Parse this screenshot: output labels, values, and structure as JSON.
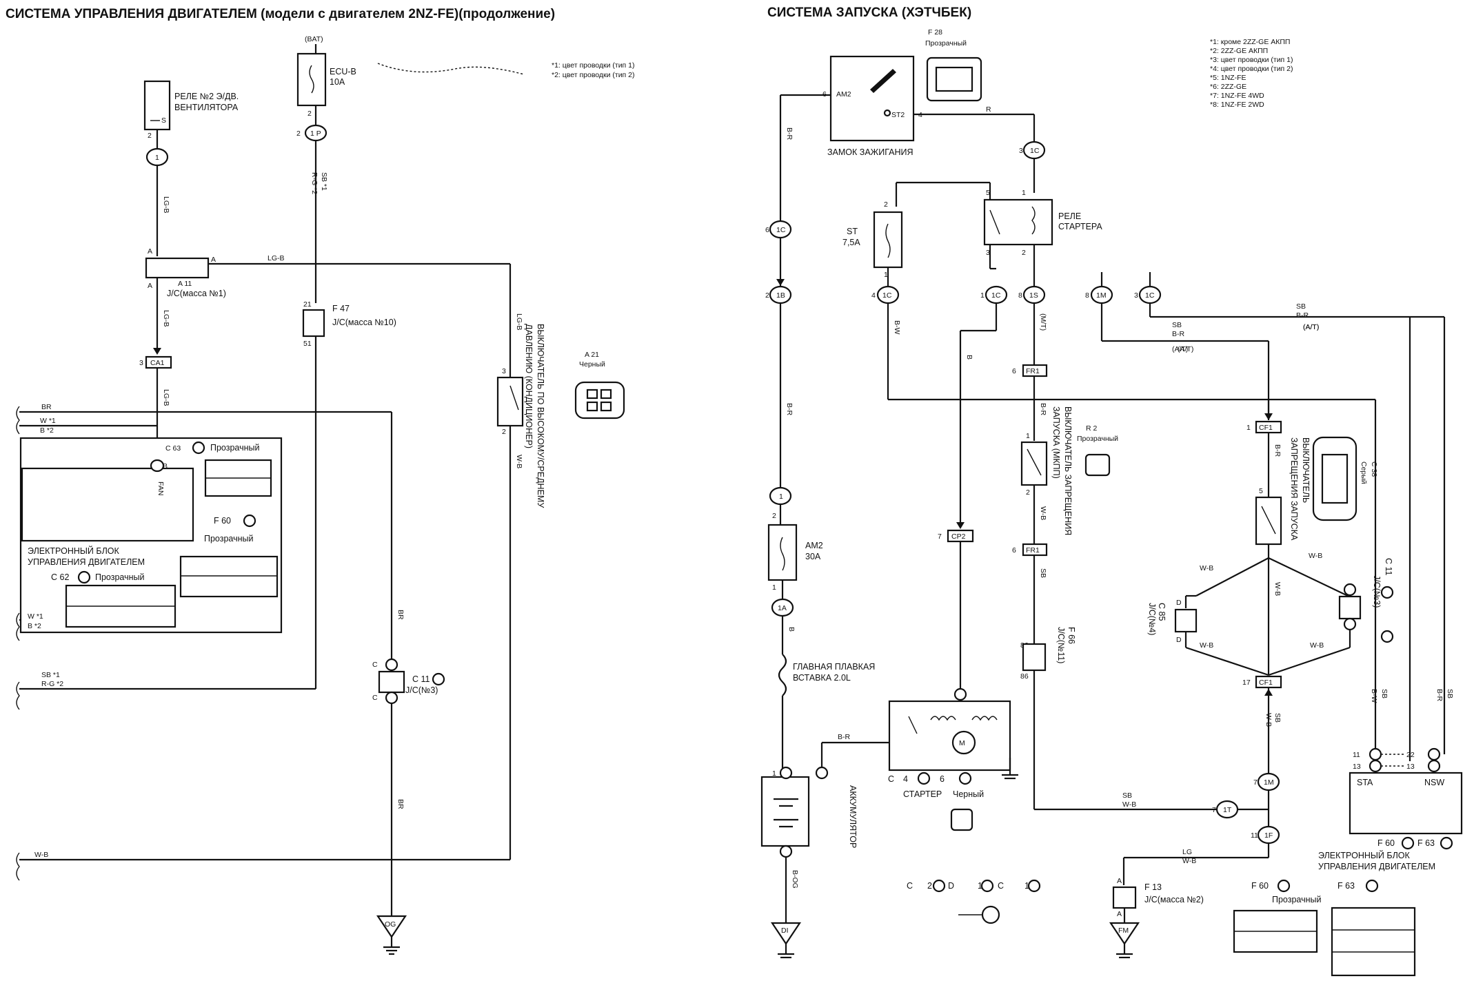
{
  "titles": {
    "left": "СИСТЕМА УПРАВЛЕНИЯ ДВИГАТЕЛЕМ (модели с двигателем 2NZ-FE)(продолжение)",
    "right": "СИСТЕМА ЗАПУСКА (ХЭТЧБЕК)"
  },
  "notes": {
    "left": [
      "*1: цвет проводки (тип 1)",
      "*2: цвет проводки (тип 2)"
    ],
    "right": [
      "*1: кроме 2ZZ-GE АКПП",
      "*2: 2ZZ-GE АКПП",
      "*3: цвет проводки (тип 1)",
      "*4: цвет проводки (тип 2)",
      "*5: 1NZ-FE",
      "*6: 2ZZ-GE",
      "*7: 1NZ-FE 4WD",
      "*8: 1NZ-FE 2WD"
    ]
  },
  "left_components": {
    "relay": [
      "РЕЛЕ №2 Э/ДВ.",
      "ВЕНТИЛЯТОРА"
    ],
    "fuse_top": "(BAT)",
    "fuse_name": "ECU-B",
    "fuse_amp": "10A",
    "jc1_ref": "A  11",
    "jc1": "J/C(масса №1)",
    "f47_ref": "F  47",
    "f47": "J/C(масса №10)",
    "a21_ref": "A  21",
    "a21_color": "Черный",
    "switch_vertical": [
      "ВЫКЛЮЧАТЕЛЬ ПО ВЫСОКОМУ/СРЕДНЕМУ",
      "ДАВЛЕНИЮ (КОНДИЦИОНЕР)"
    ],
    "c63": "C  63",
    "c63_color": "Прозрачный",
    "f60": "F  60",
    "f60_color": "Прозрачный",
    "ecu": [
      "ЭЛЕКТРОННЫЙ БЛОК",
      "УПРАВЛЕНИЯ ДВИГАТЕЛЕМ"
    ],
    "c62": "C  62",
    "c62_color": "Прозрачный",
    "jc3_ref": "C  11",
    "jc3": "J/C(№3)",
    "fan": "FAN",
    "ground": "OG"
  },
  "left_wires": {
    "lgb": "LG-B",
    "br": "BR",
    "w1": "W  *1",
    "b2": "B  *2",
    "sb1": "SB  *1",
    "rg2": "R-G  *2",
    "wb": "W-B",
    "ca1": "CA1"
  },
  "right_components": {
    "f28": "F  28",
    "f28_color": "Прозрачный",
    "ignition": "ЗАМОК ЗАЖИГАНИЯ",
    "am2_pin": "AM2",
    "st2_pin": "ST2",
    "starter_relay": [
      "РЕЛЕ",
      "СТАРТЕРА"
    ],
    "st_fuse": "ST",
    "st_amp": "7,5A",
    "am2_fuse": "AM2",
    "am2_amp": "30A",
    "main_fuse": [
      "ГЛАВНАЯ ПЛАВКАЯ",
      "ВСТАВКА 2.0L"
    ],
    "battery": "АККУМУЛЯТОР",
    "starter": "СТАРТЕР",
    "starter_color": "Черный",
    "r2": "R  2",
    "r2_color": "Прозрачный",
    "switch_mt": [
      "ВЫКЛЮЧАТЕЛЬ ЗАПРЕЩЕНИЯ",
      "ЗАПУСКА (МКПП)"
    ],
    "switch_at": [
      "ВЫКЛЮЧАТЕЛЬ",
      "ЗАПРЕЩЕНИЯ ЗАПУСКА"
    ],
    "c38": "C  38",
    "c38_color": "Серый",
    "jc4_ref": "C  85",
    "jc4": "J/C(№4)",
    "jc3_ref": "C  11",
    "jc3": "J/C(№3)",
    "f66_ref": "F  66",
    "f66": "J/C(№11)",
    "f13_ref": "F  13",
    "f13": "J/C(масса №2)",
    "ecu": [
      "ЭЛЕКТРОННЫЙ БЛОК",
      "УПРАВЛЕНИЯ ДВИГАТЕЛЕМ"
    ],
    "sta": "STA",
    "nsw": "NSW",
    "f60": "F  60",
    "f63": "F  63",
    "f60b": "F  60",
    "f63b": "F  63",
    "transparent": "Прозрачный",
    "ground1": "DI",
    "ground2": "FM"
  },
  "right_wires": {
    "r": "R",
    "br": "B-R",
    "b": "B",
    "bw": "B-W",
    "wb": "W-B",
    "sb": "SB",
    "lg": "LG",
    "at": "(A/T)",
    "mt": "(M/T)",
    "bog": "B-OG"
  }
}
